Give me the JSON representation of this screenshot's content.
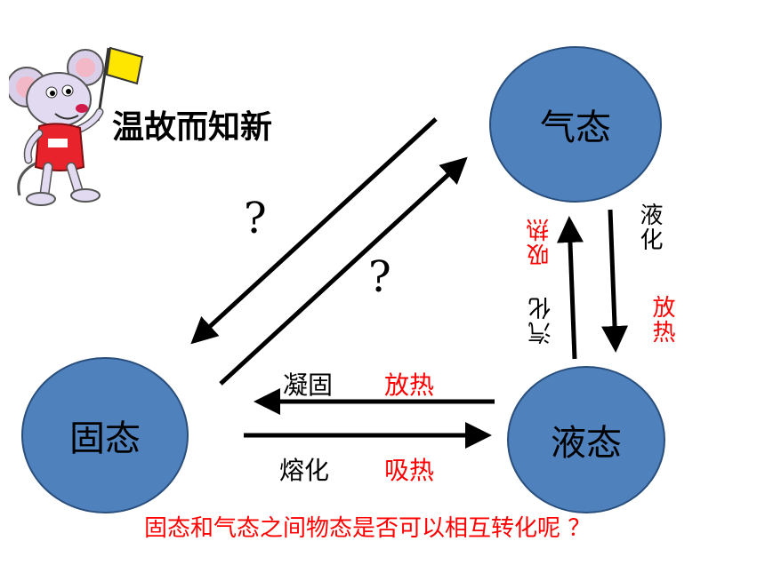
{
  "title": "温故而知新",
  "nodes": {
    "gas": "气态",
    "solid": "固态",
    "liquid": "液态"
  },
  "edges": {
    "solidification": {
      "process": "凝固",
      "heat": "放热"
    },
    "melting": {
      "process": "熔化",
      "heat": "吸热"
    },
    "liquefaction": {
      "process": "液化",
      "heat": "放热"
    },
    "vaporization": {
      "process": "汽化",
      "heat": "吸热"
    },
    "gas_to_solid": "?",
    "solid_to_gas": "?"
  },
  "question": "固态和气态之间物态是否可以相互转化呢 ？",
  "colors": {
    "node_fill": "#4f81bd",
    "heat_text": "#ff0000",
    "mascot_shirt": "#e8232b",
    "flag": "#ffe600"
  },
  "icons": {
    "mascot": "mouse-with-flag-icon"
  }
}
